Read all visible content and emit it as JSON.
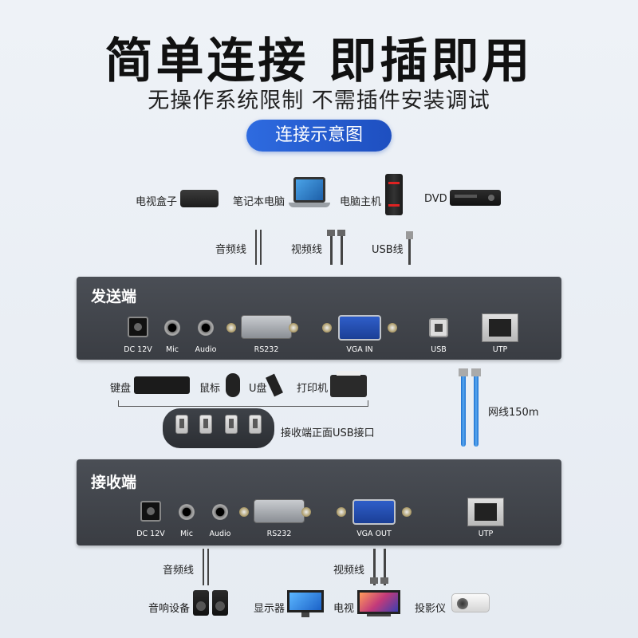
{
  "header": {
    "title": "简单连接 即插即用",
    "subtitle": "无操作系统限制  不需插件安装调试",
    "badge": "连接示意图"
  },
  "sources": [
    {
      "label": "电视盒子",
      "icon": "tv-box-icon"
    },
    {
      "label": "笔记本电脑",
      "icon": "laptop-icon"
    },
    {
      "label": "电脑主机",
      "icon": "pc-tower-icon"
    },
    {
      "label": "DVD",
      "icon": "dvd-player-icon"
    }
  ],
  "input_cables": {
    "audio": "音频线",
    "video": "视频线",
    "usb": "USB线"
  },
  "transmitter": {
    "title": "发送端",
    "ports": {
      "dc": "DC 12V",
      "mic": "Mic",
      "audio": "Audio",
      "rs232": "RS232",
      "vga": "VGA IN",
      "usb": "USB",
      "utp": "UTP"
    }
  },
  "peripherals": [
    {
      "label": "键盘",
      "icon": "keyboard-icon"
    },
    {
      "label": "鼠标",
      "icon": "mouse-icon"
    },
    {
      "label": "U盘",
      "icon": "usb-drive-icon"
    },
    {
      "label": "打印机",
      "icon": "printer-icon"
    }
  ],
  "usb_panel_label": "接收端正面USB接口",
  "network_cable_label": "网线150m",
  "receiver": {
    "title": "接收端",
    "ports": {
      "dc": "DC 12V",
      "mic": "Mic",
      "audio": "Audio",
      "rs232": "RS232",
      "vga": "VGA OUT",
      "utp": "UTP"
    }
  },
  "output_cables": {
    "audio": "音频线",
    "video": "视频线"
  },
  "outputs": [
    {
      "label": "音响设备",
      "icon": "speaker-icon"
    },
    {
      "label": "显示器",
      "icon": "monitor-icon"
    },
    {
      "label": "电视",
      "icon": "tv-icon"
    },
    {
      "label": "投影仪",
      "icon": "projector-icon"
    }
  ],
  "colors": {
    "accent": "#2e6be0",
    "unit_body": "#3f4248",
    "vga_port": "#2f5ec9",
    "network_cable": "#3a8be0"
  }
}
